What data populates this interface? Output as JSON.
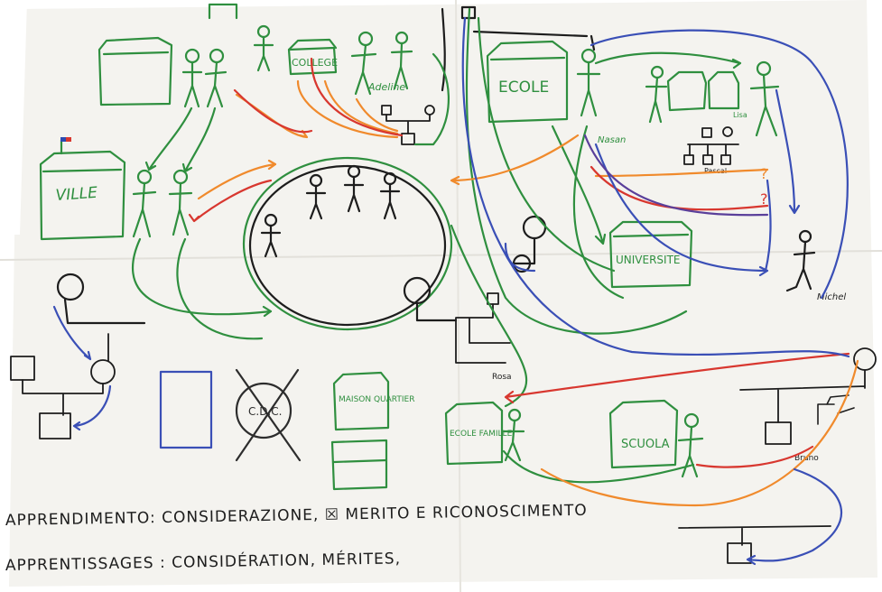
{
  "colors": {
    "paper": "#f3f2ee",
    "green": "#2f8f3f",
    "black": "#1d1d1d",
    "blue": "#3a4fb6",
    "red": "#d8372f",
    "orange": "#f08a2c",
    "purple": "#5a3f9a"
  },
  "boxes": {
    "collegio": "COLLEGE",
    "ecole": "ECOLE",
    "ville": "VILLE",
    "universite": "UNIVERSITE",
    "maison": "MAISON QUARTIER",
    "ecole_famille": "ECOLE FAMILLE",
    "scuola": "SCUOLA",
    "cdc": "C.D.C."
  },
  "names": {
    "adeline": "Adeline",
    "n1": "Nasan",
    "n2": "Lisa",
    "n3": "Pascal",
    "n4": "Michel",
    "n5": "Rosa",
    "n6": "Bruno"
  },
  "marks": {
    "question1": "?",
    "question2": "?"
  },
  "caption": {
    "line1": "APPRENDIMENTO: CONSIDERAZIONE, ☒ MERITO E RICONOSCIMENTO",
    "line2": "APPRENTISSAGES : CONSIDÉRATION, MÉRITES,"
  }
}
